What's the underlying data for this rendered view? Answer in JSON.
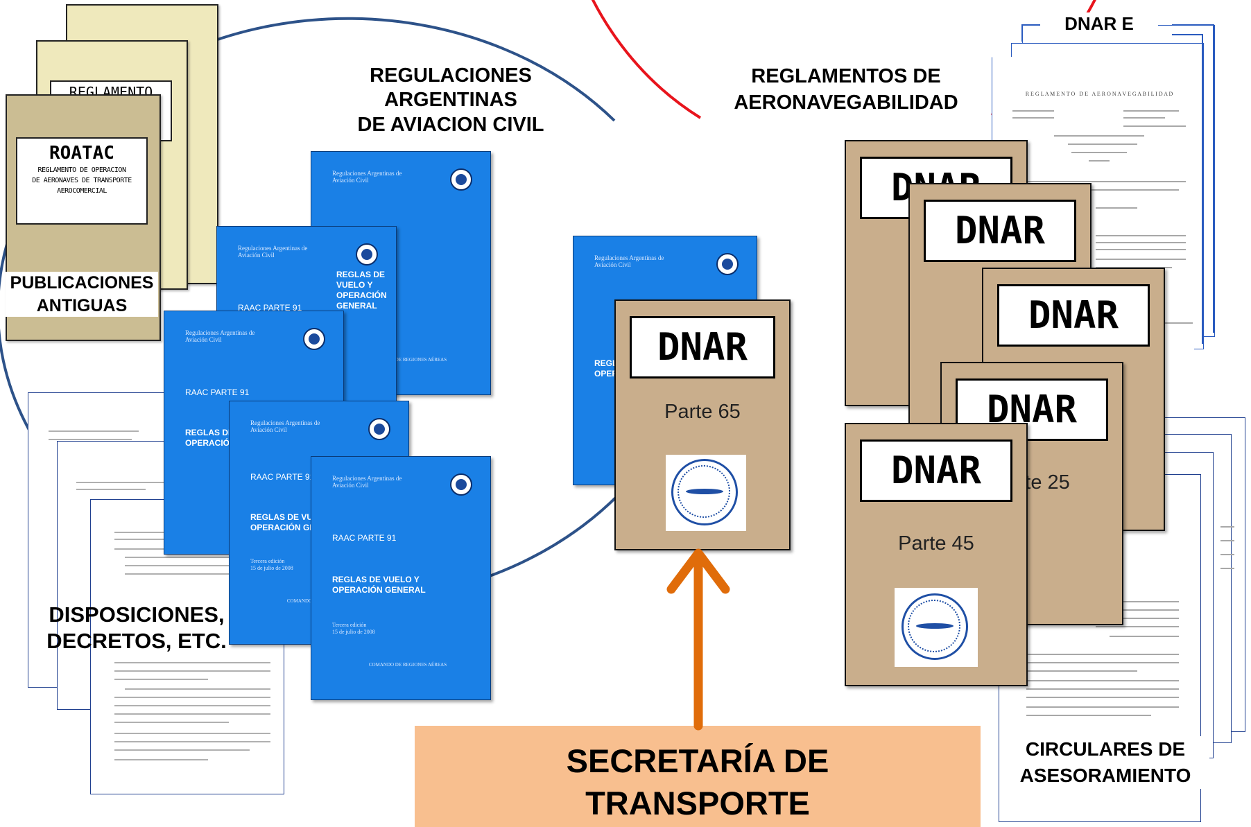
{
  "labels": {
    "raac": "REGULACIONES\nARGENTINAS\nDE AVIACION CIVIL",
    "reglamentos": "REGLAMENTOS DE\nAERONAVEGABILIDAD",
    "dnar_e": "DNAR E",
    "publicaciones": "PUBLICACIONES\nANTIGUAS",
    "disposiciones": "DISPOSICIONES,\nDECRETOS, ETC.",
    "circulares": "CIRCULARES DE\nASESORAMIENTO",
    "secretaria": "SECRETARÍA DE\nTRANSPORTE"
  },
  "old_publications": {
    "back_title": "REGLAMENTO",
    "front_title": "ROATAC",
    "front_subtitle": "REGLAMENTO DE OPERACION\nDE AERONAVES DE TRANSPORTE\nAEROCOMERCIAL"
  },
  "raac_books": [
    {
      "publisher": "Regulaciones Argentinas de Aviación Civil",
      "part": "RAAC PARTE 91",
      "title": "REGLAS DE VUELO Y\nOPERACIÓN GENERAL",
      "edition": "Tercera edición\n15 de julio de 2008",
      "command": "COMANDO DE REGIONES AÉREAS"
    }
  ],
  "dnar_books": [
    {
      "title": "DNAR",
      "part": "Parte 65"
    },
    {
      "title": "DNAR",
      "part": "Parte 45"
    },
    {
      "title": "DNAR",
      "part": "Parte 25"
    }
  ],
  "colors": {
    "raac_circle": "#2d5289",
    "reglamentos_circle": "#e8141c",
    "arrow": "#e06c0a",
    "banner": "#f8bf8f",
    "blue_book": "#1a80e6",
    "dnar_book": "#c9ae8c"
  }
}
